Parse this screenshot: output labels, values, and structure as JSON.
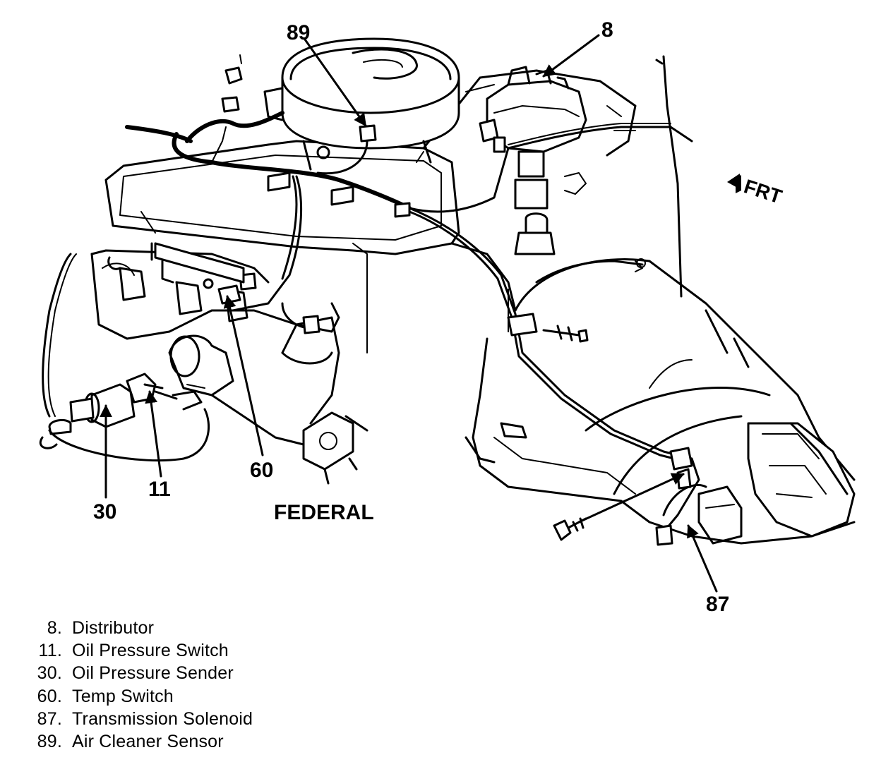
{
  "diagram": {
    "callouts": [
      "89",
      "8",
      "30",
      "11",
      "60",
      "87"
    ],
    "caption": "FEDERAL",
    "direction_label": "FRT"
  },
  "legend": [
    {
      "number": "8.",
      "label": "Distributor"
    },
    {
      "number": "11.",
      "label": "Oil Pressure Switch"
    },
    {
      "number": "30.",
      "label": "Oil Pressure Sender"
    },
    {
      "number": "60.",
      "label": "Temp Switch"
    },
    {
      "number": "87.",
      "label": "Transmission Solenoid"
    },
    {
      "number": "89.",
      "label": "Air Cleaner Sensor"
    }
  ]
}
